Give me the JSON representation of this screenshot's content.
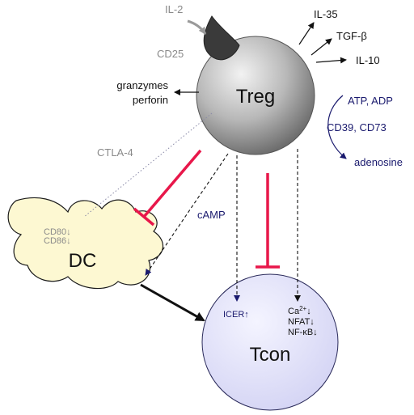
{
  "cells": {
    "treg": "Treg",
    "dc": "DC",
    "tcon": "Tcon"
  },
  "receptor": {
    "cytokine": "IL-2",
    "receptor": "CD25"
  },
  "secreted": {
    "il35": "IL-35",
    "tgfb": "TGF-β",
    "il10": "IL-10",
    "granzymes": "granzymes",
    "perforin": "perforin"
  },
  "metabolic": {
    "substrates": "ATP, ADP",
    "enzymes": "CD39, CD73",
    "product": "adenosine"
  },
  "contact": {
    "ctla4": "CTLA-4",
    "camp": "cAMP"
  },
  "dc_markers": {
    "cd80": "CD80",
    "cd86": "CD86"
  },
  "tcon_markers": {
    "icer": "ICER",
    "ca": "Ca",
    "ca_sup": "2+",
    "nfat": "NFAT",
    "nfkb": "NF-κB"
  },
  "colors": {
    "inhibition": "#e8174a",
    "navy": "#1a1a6e",
    "gray": "#8a8a8a",
    "dc_fill": "#fdf8d2",
    "tcon_fill": "#e0e0f8"
  },
  "symbols": {
    "up": "↑",
    "down": "↓"
  }
}
